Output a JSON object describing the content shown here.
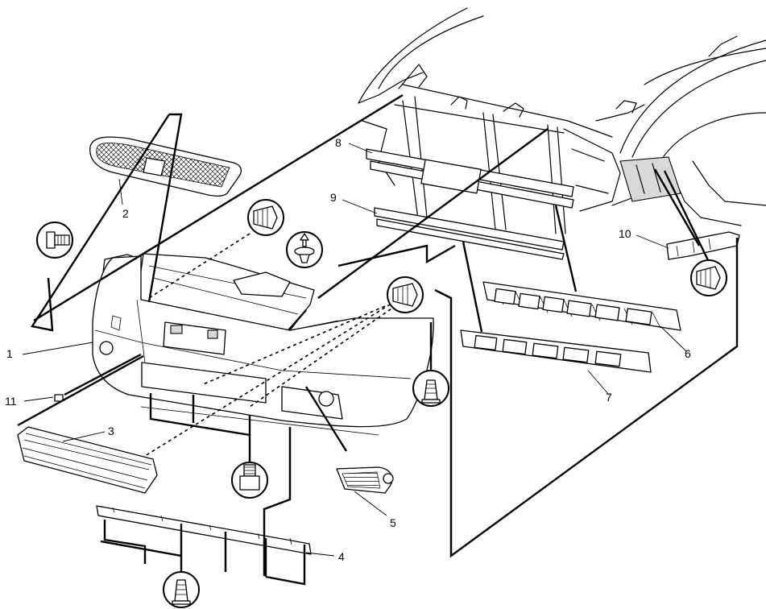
{
  "callouts": {
    "c1": "1",
    "c2": "2",
    "c3": "3",
    "c4": "4",
    "c5": "5",
    "c6": "6",
    "c7": "7",
    "c8": "8",
    "c9": "9",
    "c10": "10",
    "c11": "11"
  },
  "fastener_icons": {
    "bolt_flange": "hex-flange-bolt-icon",
    "push_clip_side": "push-pin-clip-icon",
    "push_clip_top": "push-pin-clip-icon",
    "screw_grommet": "screw-with-grommet-icon",
    "bolt_bottom": "hex-bolt-icon"
  },
  "colors": {
    "line": "#000000",
    "background": "#ffffff"
  }
}
